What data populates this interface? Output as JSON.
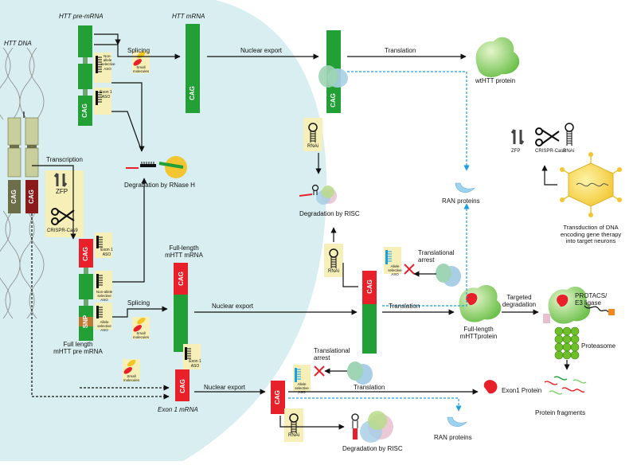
{
  "labels": {
    "htt_dna": "HTT DNA",
    "htt_pre_mrna": "HTT pre-mRNA",
    "htt_mrna": "HTT mRNA",
    "splicing_top": "Splicing",
    "nuclear_export_top": "Nuclear export",
    "translation_top": "Translation",
    "wthtt_protein": "wtHTT protein",
    "small_molecules": "Small molecules",
    "non_allele_aso": "Non-allele selective ASO",
    "exon1_aso": "Exon 1 ASO",
    "degradation_rnase_h": "Degradation by RNase H",
    "transcription": "Transcription",
    "zfp": "ZFP",
    "crispr": "CRISPR-Cas9",
    "rnai": "RNAi",
    "degradation_risc_top": "Degradation by RISC",
    "ran_proteins_top": "RAN proteins",
    "legend_zfp": "ZFP",
    "legend_crispr": "CRISPR-Cas9",
    "legend_rnai": "RNAi",
    "transduction": "Transduction of DNA\nencoding gene therapy\ninto target neurons",
    "full_length_mhtt_mrna": "Full-length\nmHTT mRNA",
    "translational_arrest_mid": "Translational\narrest",
    "allele_aso": "Allele selective ASO",
    "splicing_mid": "Splicing",
    "nuclear_export_mid": "Nuclear export",
    "translation_mid": "Translation",
    "targeted_degradation": "Targeted\ndegradation",
    "protacs": "PROTACS/\nE3 ligase",
    "full_length_mhtt_protein": "Full-length\nmHTTprotein",
    "proteasome": "Proteasome",
    "protein_fragments": "Protein fragments",
    "snp": "SNP",
    "full_length_mhtt_pre_mrna": "Full length\nmHTT pre mRNA",
    "translational_arrest_bottom": "Translational\narrest",
    "exon1_mrna": "Exon 1 mRNA",
    "nuclear_export_bottom": "Nuclear export",
    "translation_bottom": "Translation",
    "exon1_protein": "Exon1 Protein",
    "degradation_risc_bottom": "Degradation by RISC",
    "ran_proteins_bottom": "RAN proteins",
    "cag": "CAG"
  },
  "colors": {
    "nucleus": "#d8eef0",
    "wt_green": "#22a035",
    "mut_red": "#e8202a",
    "dna_olive": "#c9cf9c",
    "dark_red": "#8b1a1a",
    "aso_box": "#f6f0b8",
    "ran_blue": "#9ed3f0",
    "dashed_blue": "#1aa0e0",
    "arrow": "#111111"
  }
}
